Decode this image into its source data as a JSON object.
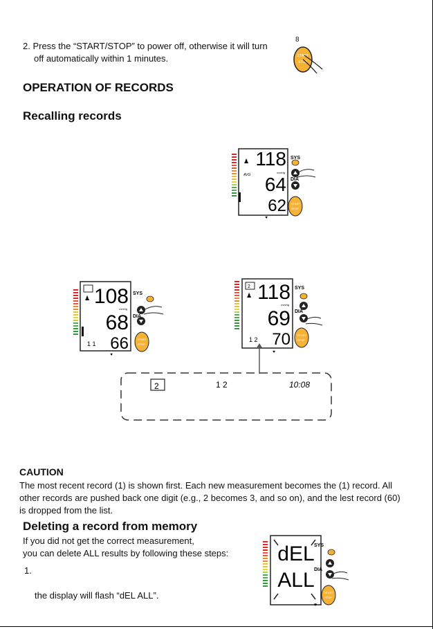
{
  "page_number": "8",
  "step2": {
    "line1": "2.   Press the “START/STOP” to power off, otherwise it will turn",
    "line2": "off automatically within 1  minutes."
  },
  "section_title": "OPERATION OF RECORDS",
  "subsection_recall": "Recalling records",
  "device_labels": {
    "sys": "SYS",
    "dia": "DIA",
    "mmhg": "mmHg",
    "avg": "AVG",
    "start": "START",
    "stop": "STOP"
  },
  "display_avg": {
    "sys": "118",
    "dia": "64",
    "pulse": "62"
  },
  "display_a": {
    "sys": "108",
    "dia": "68",
    "pulse": "66",
    "small": "1 1"
  },
  "display_b": {
    "sys": "118",
    "dia": "69",
    "pulse": "70",
    "small": "1 2",
    "mem": "2"
  },
  "detail_box": {
    "mem": "2",
    "date": "1 2",
    "time": "10:08"
  },
  "caution": {
    "title": "CAUTION",
    "line1": "The most recent record (1) is shown first.  Each new measurement becomes the (1) record. All",
    "line2": "other records are pushed back one digit (e.g., 2 becomes 3, and so on), and the lest record (60)",
    "line3": "is dropped from the list."
  },
  "delete": {
    "title": "Deleting a record from memory",
    "line1": "If you did not get the correct measurement,",
    "line2": "you  can delete ALL results by following these steps:",
    "step1": "1.",
    "flash": "the display will flash “dEL ALL”."
  },
  "display_del": {
    "line1": "dEL",
    "line2": "ALL"
  }
}
